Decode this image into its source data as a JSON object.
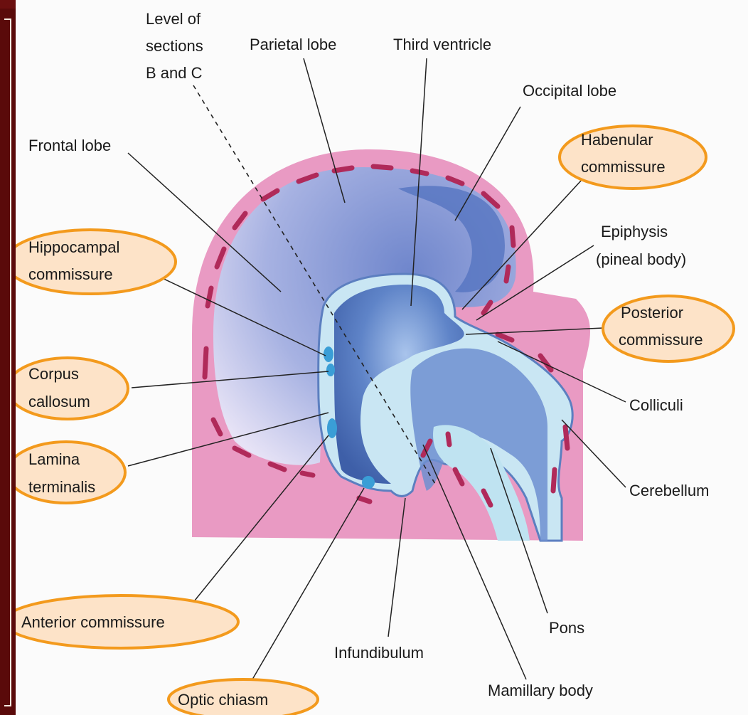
{
  "labels": {
    "level_of_sections": [
      "Level of",
      "sections",
      "B and C"
    ],
    "parietal_lobe": "Parietal lobe",
    "third_ventricle": "Third ventricle",
    "occipital_lobe": "Occipital lobe",
    "frontal_lobe": "Frontal lobe",
    "habenular_commissure": [
      "Habenular",
      "commissure"
    ],
    "epiphysis": [
      "Epiphysis",
      "(pineal body)"
    ],
    "hippocampal_commissure": [
      "Hippocampal",
      "commissure"
    ],
    "posterior_commissure": [
      "Posterior",
      "commissure"
    ],
    "corpus_callosum": [
      "Corpus",
      "callosum"
    ],
    "colliculi": "Colliculi",
    "lamina_terminalis": [
      "Lamina",
      "terminalis"
    ],
    "cerebellum": "Cerebellum",
    "anterior_commissure": "Anterior commissure",
    "pons": "Pons",
    "infundibulum": "Infundibulum",
    "optic_chiasm": "Optic chiasm",
    "mamillary_body": "Mamillary body"
  },
  "highlighted": [
    "Habenular commissure",
    "Hippocampal commissure",
    "Posterior commissure",
    "Corpus callosum",
    "Lamina terminalis",
    "Anterior commissure",
    "Optic chiasm"
  ],
  "colors": {
    "frame": "#6b0f0f",
    "highlight_fill": "#fde3c8",
    "highlight_stroke": "#f39a1d",
    "tissue_pink": "#e893c0",
    "ventricle_blue": "#6f8fd0",
    "light_blue": "#bfe3f1"
  }
}
